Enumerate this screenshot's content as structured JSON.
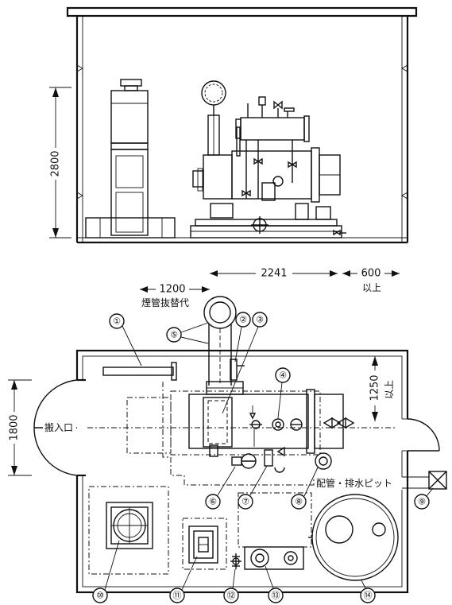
{
  "elevation": {
    "height_dim": "2800"
  },
  "plan": {
    "dim_1200": "1200",
    "dim_2241": "2241",
    "dim_600": "600",
    "dim_600_note": "以上",
    "dim_1250": "1250",
    "dim_1250_note": "以上",
    "dim_1800": "1800",
    "label_tube_removal": "煙管抜替代",
    "label_entrance": "搬入口",
    "label_pit": "配管・排水ピット"
  },
  "callouts": [
    "①",
    "②",
    "③",
    "④",
    "⑤",
    "⑥",
    "⑦",
    "⑧",
    "⑨",
    "⑩",
    "⑪",
    "⑫",
    "⑬",
    "⑭"
  ]
}
